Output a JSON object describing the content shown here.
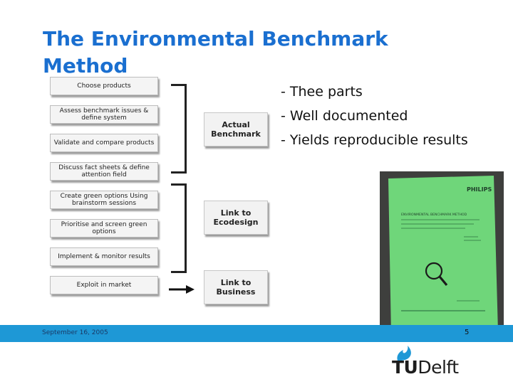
{
  "slide": {
    "title": "The Environmental Benchmark Method",
    "date": "September 16, 2005",
    "page_number": "5"
  },
  "flowchart": {
    "steps": [
      "Choose products",
      "Assess benchmark issues & define system",
      "Validate and compare products",
      "Discuss fact sheets & define attention field",
      "Create green options Using brainstorm sessions",
      "Prioritise and screen green options",
      "Implement & monitor results",
      "Exploit in market"
    ],
    "outcomes": [
      "Actual Benchmark",
      "Link to Ecodesign",
      "Link to Business"
    ]
  },
  "bullets": [
    "- Thee parts",
    "- Well documented",
    "- Yields reproducible results"
  ],
  "report_photo": {
    "brand": "PHILIPS",
    "heading": "ENVIRONMENTAL BENCHMARK METHOD",
    "cover_color": "#6fd67a"
  },
  "logo": {
    "name": "TUDelft",
    "icon": "flame-icon"
  },
  "colors": {
    "title": "#1a6fd0",
    "band": "#1e98d6",
    "logo_icon": "#1e98d6"
  }
}
